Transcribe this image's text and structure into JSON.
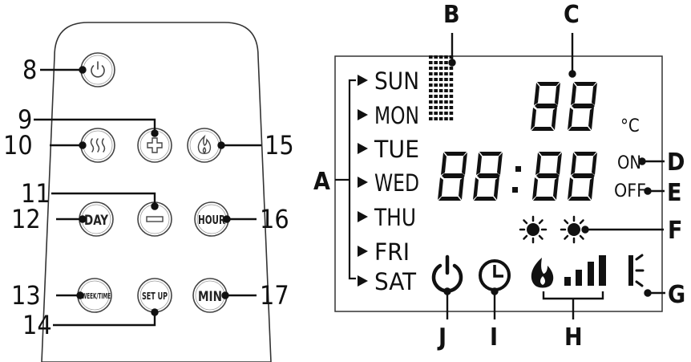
{
  "remote": {
    "callouts": {
      "c8": "8",
      "c9": "9",
      "c10": "10",
      "c11": "11",
      "c12": "12",
      "c13": "13",
      "c14": "14",
      "c15": "15",
      "c16": "16",
      "c17": "17"
    },
    "buttons": {
      "day": "DAY",
      "hour": "HOUR",
      "week_time": "WEEK/TIME",
      "set_up": "SET UP",
      "min": "MIN"
    }
  },
  "display": {
    "days": [
      "SUN",
      "MON",
      "TUE",
      "WED",
      "THU",
      "FRI",
      "SAT"
    ],
    "unit": "°C",
    "on": "ON",
    "off": "OFF",
    "callouts": {
      "a": "A",
      "b": "B",
      "c": "C",
      "d": "D",
      "e": "E",
      "f": "F",
      "g": "G",
      "h": "H",
      "i": "I",
      "j": "J"
    }
  },
  "colors": {
    "ink": "#111111",
    "outline": "#333333",
    "paper": "#ffffff"
  },
  "icons": [
    "power-icon",
    "heat-waves-icon",
    "plus-icon",
    "flame-icon",
    "minus-icon",
    "sun-icon",
    "clock-icon",
    "signal-bars-icon",
    "flame-level-icon",
    "eco-lamp-icon"
  ]
}
